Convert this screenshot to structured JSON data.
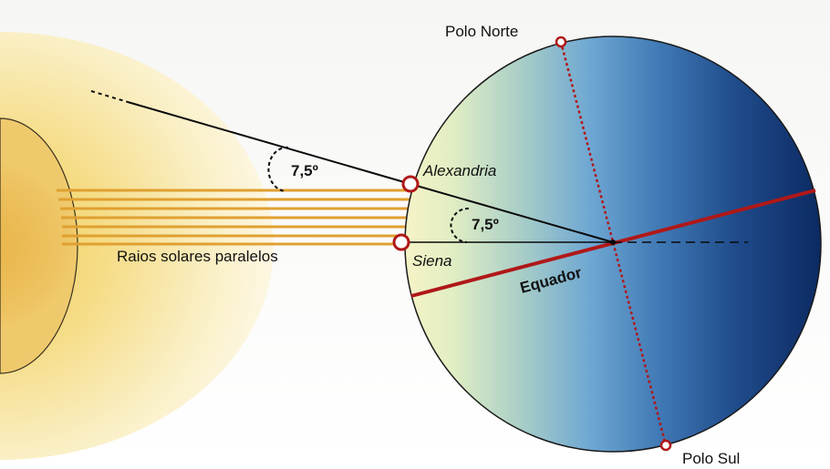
{
  "labels": {
    "north_pole": "Polo Norte",
    "south_pole": "Polo Sul",
    "alexandria": "Alexandria",
    "siena": "Siena",
    "equator": "Equador",
    "rays": "Raios solares paralelos",
    "angle_top": "7,5º",
    "angle_center": "7,5º"
  },
  "colors": {
    "ray": "#e0a030",
    "equator": "#b01818",
    "axis": "#b01818",
    "city_marker": "#b01818",
    "line": "#0a0a0a"
  }
}
